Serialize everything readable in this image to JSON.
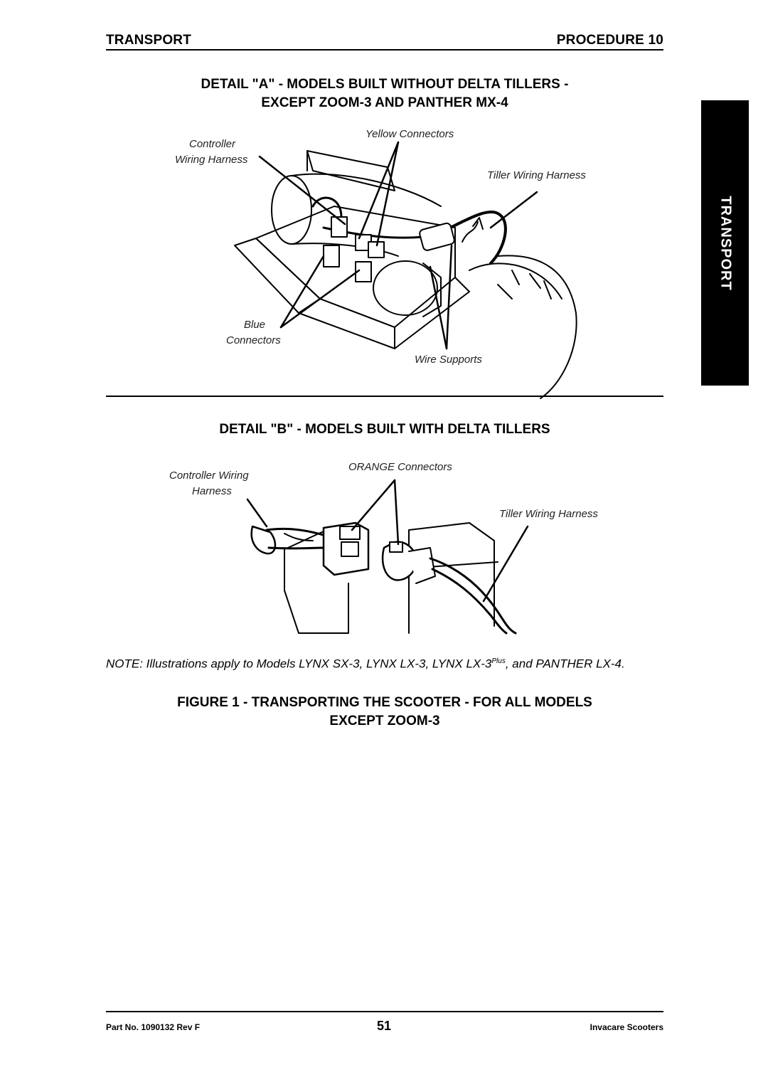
{
  "header": {
    "section": "TRANSPORT",
    "procedure": "PROCEDURE 10"
  },
  "side_tab": {
    "label": "TRANSPORT"
  },
  "detail_a": {
    "title_line1": "DETAIL \"A\" - MODELS BUILT WITHOUT DELTA TILLERS -",
    "title_line2": "EXCEPT ZOOM-3 AND PANTHER MX-4",
    "labels": {
      "controller": "Controller",
      "wiring_harness": "Wiring Harness",
      "yellow_connectors": "Yellow Connectors",
      "tiller_wiring_harness": "Tiller Wiring Harness",
      "blue": "Blue",
      "connectors": "Connectors",
      "wire_supports": "Wire Supports"
    }
  },
  "detail_b": {
    "title": "DETAIL \"B\" - MODELS BUILT WITH DELTA TILLERS",
    "labels": {
      "controller_wiring": "Controller Wiring",
      "harness": "Harness",
      "orange_connectors": "ORANGE Connectors",
      "tiller_wiring_harness": "Tiller Wiring Harness"
    }
  },
  "note": {
    "text_before": "NOTE: Illustrations apply to Models LYNX SX-3, LYNX LX-3, LYNX LX-3",
    "superscript": "Plus",
    "text_after": ", and PANTHER LX-4."
  },
  "figure": {
    "caption_line1": "FIGURE 1 - TRANSPORTING THE SCOOTER - FOR ALL MODELS",
    "caption_line2": "EXCEPT ZOOM-3"
  },
  "footer": {
    "part_no": "Part No. 1090132 Rev F",
    "page_number": "51",
    "brand": "Invacare Scooters"
  }
}
